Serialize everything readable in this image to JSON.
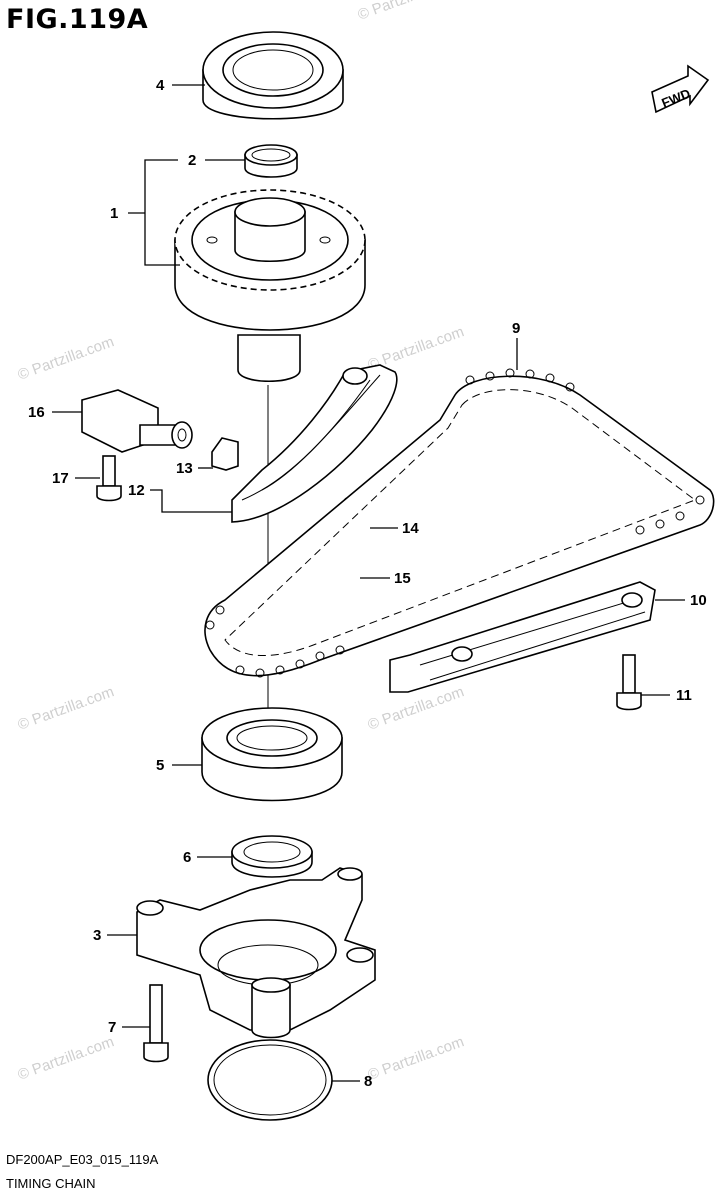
{
  "figure": {
    "title": "FIG.119A",
    "code": "DF200AP_E03_015_119A",
    "name": "TIMING CHAIN",
    "fwd_label": "FWD",
    "watermark": "© Partzilla.com"
  },
  "callouts": [
    "1",
    "2",
    "3",
    "4",
    "5",
    "6",
    "7",
    "8",
    "9",
    "10",
    "11",
    "12",
    "13",
    "14",
    "15",
    "16",
    "17"
  ]
}
